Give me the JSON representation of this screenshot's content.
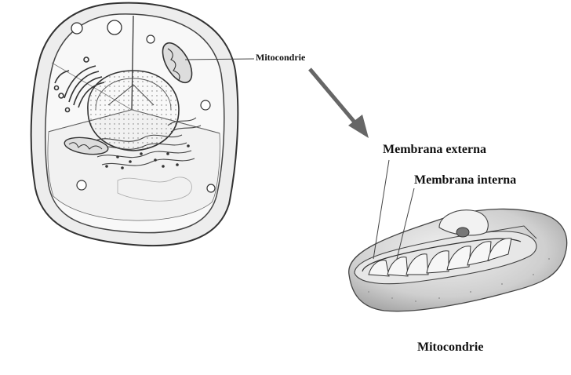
{
  "labels": {
    "cell_pointer": "Mitocondrie",
    "outer_membrane": "Membrana externa",
    "inner_membrane": "Membrana interna",
    "caption": "Mitocondrie"
  },
  "colors": {
    "ink": "#222222",
    "cell_fill": "#ececec",
    "cytoplasm_fill": "#f7f7f7",
    "mito_shade": "#c9c9c9"
  }
}
